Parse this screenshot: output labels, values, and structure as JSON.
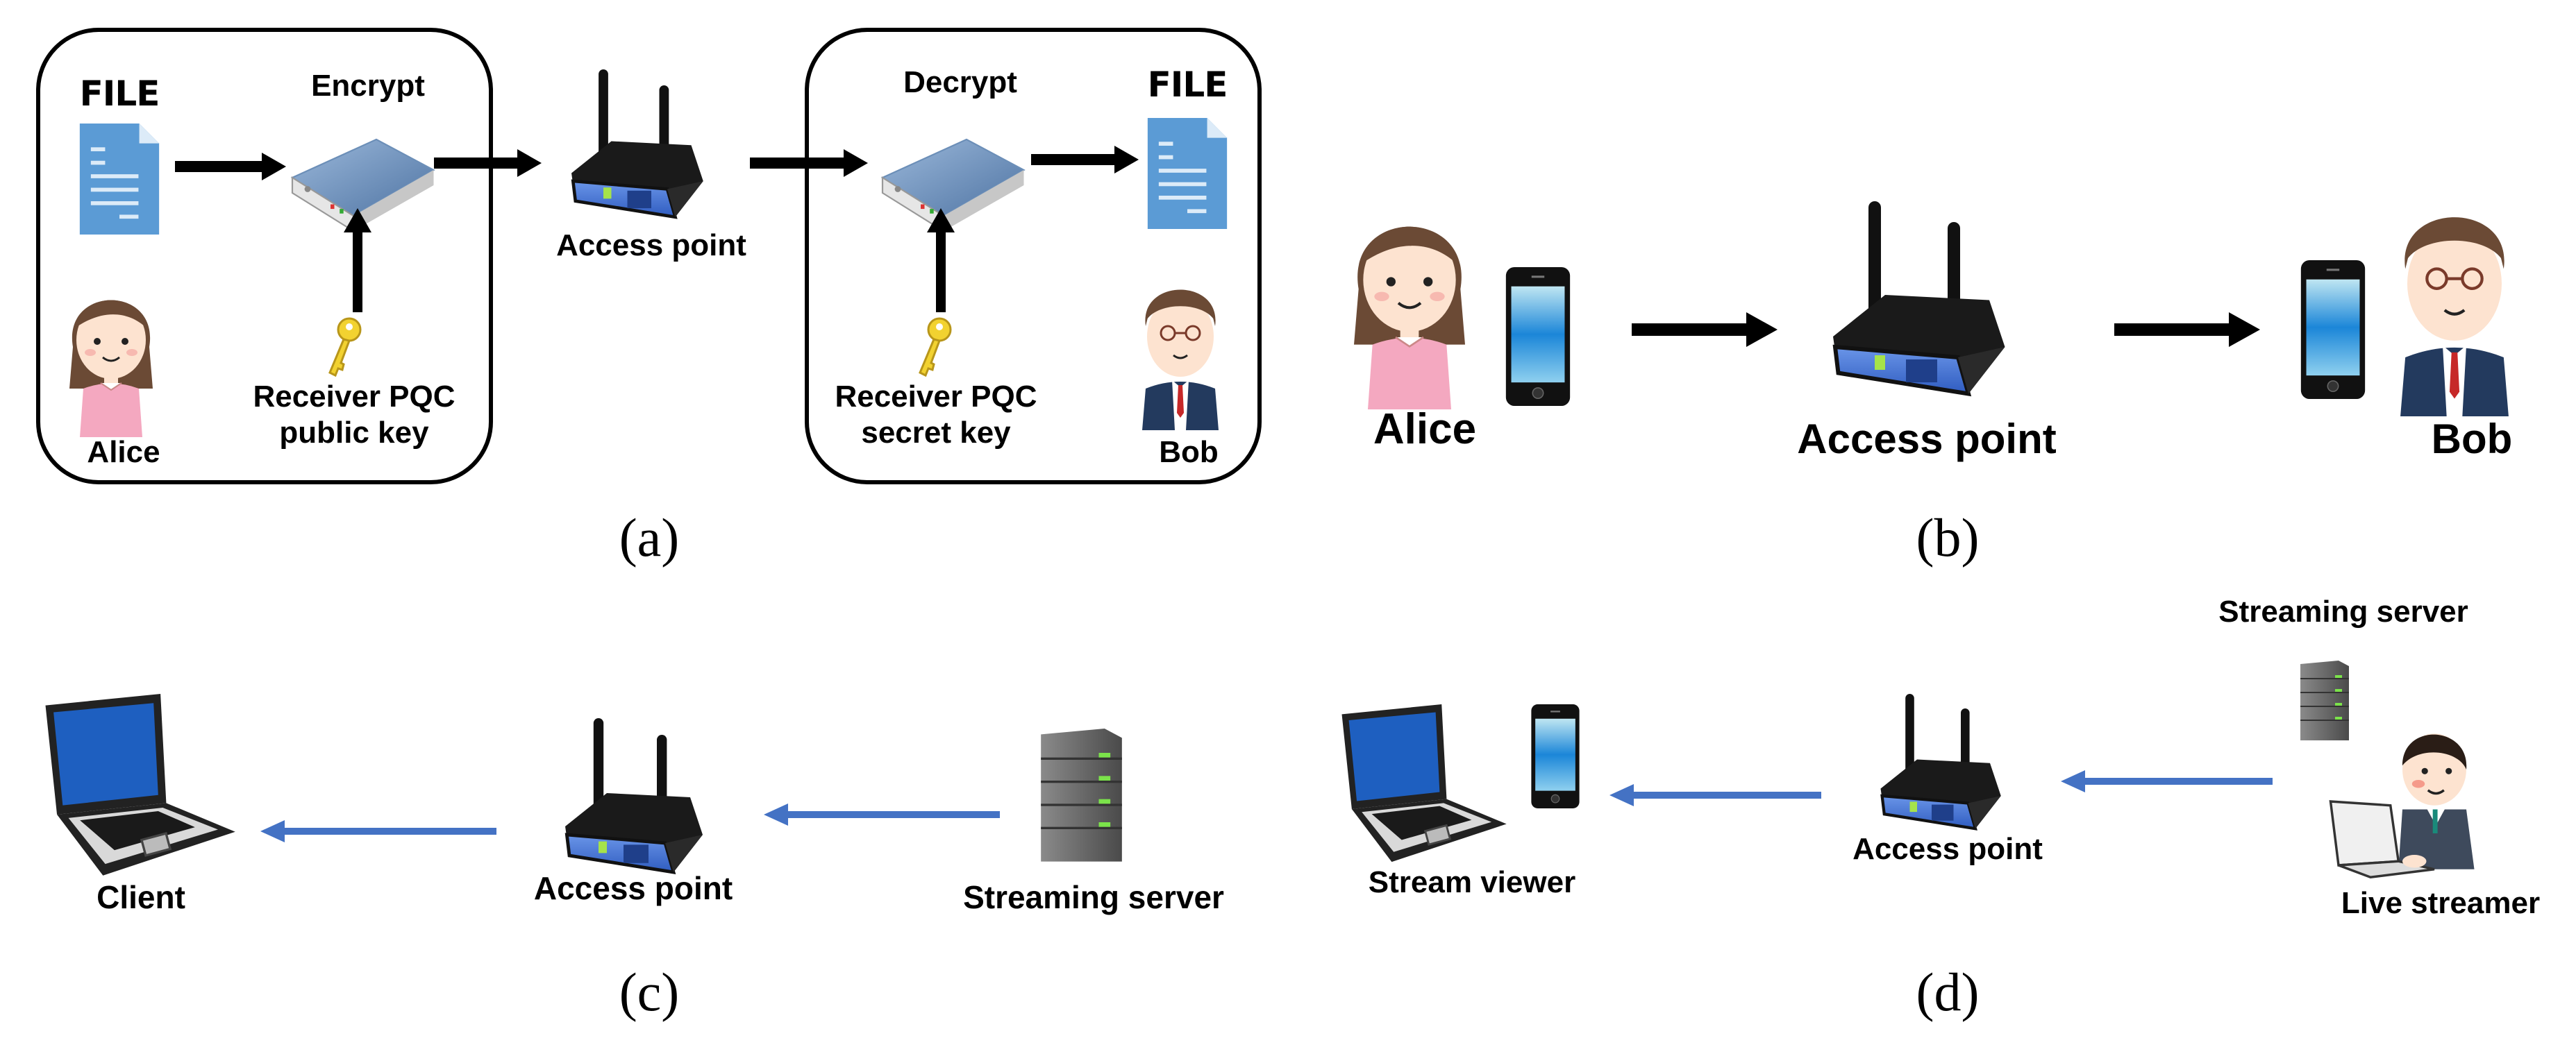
{
  "figure": {
    "panels": [
      {
        "id": "a",
        "caption": "(a)",
        "sender_box": {
          "file_label": "FILE",
          "encrypt_label": "Encrypt",
          "key_label_line1": "Receiver PQC",
          "key_label_line2": "public key",
          "person_label": "Alice"
        },
        "access_point_label": "Access point",
        "receiver_box": {
          "decrypt_label": "Decrypt",
          "file_label": "FILE",
          "key_label_line1": "Receiver PQC",
          "key_label_line2": "secret key",
          "person_label": "Bob"
        }
      },
      {
        "id": "b",
        "caption": "(b)",
        "sender_label": "Alice",
        "access_point_label": "Access point",
        "receiver_label": "Bob"
      },
      {
        "id": "c",
        "caption": "(c)",
        "client_label": "Client",
        "access_point_label": "Access point",
        "server_label": "Streaming server"
      },
      {
        "id": "d",
        "caption": "(d)",
        "viewer_label": "Stream viewer",
        "access_point_label": "Access point",
        "server_label": "Streaming server",
        "streamer_label": "Live streamer"
      }
    ],
    "colors": {
      "arrow_black": "#000000",
      "arrow_blue": "#4472c4",
      "router_blue": "#3f6fd0",
      "file_blue": "#5b9bd5",
      "screen_blue": "#1e6fd9",
      "server_gray": "#6e6e6e",
      "led_green": "#7be34a",
      "key_yellow": "#f2d230"
    }
  }
}
